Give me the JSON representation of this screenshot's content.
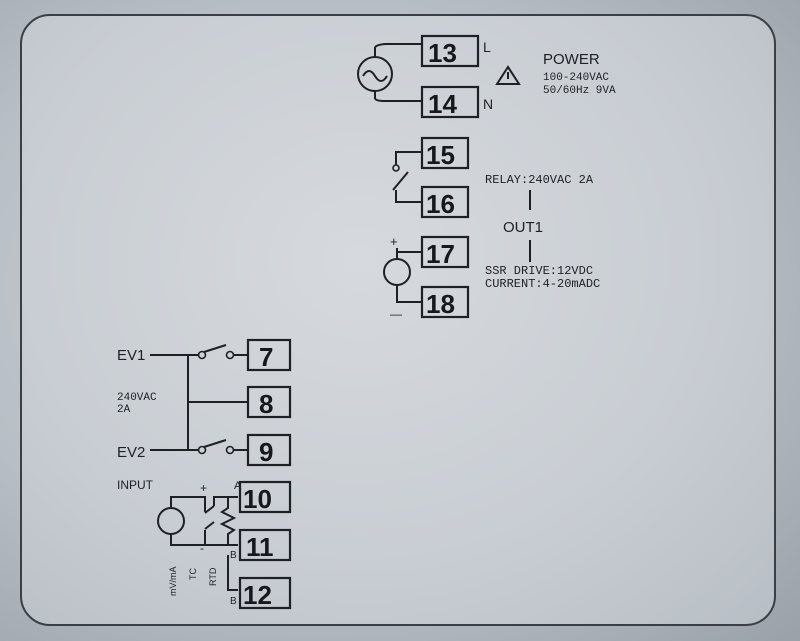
{
  "power": {
    "terminal_13": "13",
    "terminal_14": "14",
    "label_l": "L",
    "label_n": "N",
    "title": "POWER",
    "voltage": "100-240VAC",
    "freq": "50/60Hz 9VA"
  },
  "out1": {
    "terminal_15": "15",
    "terminal_16": "16",
    "terminal_17": "17",
    "terminal_18": "18",
    "relay": "RELAY:240VAC 2A",
    "label": "OUT1",
    "ssr": "SSR DRIVE:12VDC",
    "current": "CURRENT:4-20mADC",
    "plus": "+",
    "minus": "—"
  },
  "events": {
    "ev1": "EV1",
    "ev2": "EV2",
    "rating_line1": "240VAC",
    "rating_line2": "2A",
    "terminal_7": "7",
    "terminal_8": "8",
    "terminal_9": "9"
  },
  "input": {
    "title": "INPUT",
    "plus": "+",
    "minus": "-",
    "terminal_10": "10",
    "terminal_11": "11",
    "terminal_12": "12",
    "label_a": "A",
    "label_b1": "B",
    "label_b2": "B",
    "type_ma": "mV/mA",
    "type_tc": "TC",
    "type_rtd": "RTD"
  }
}
